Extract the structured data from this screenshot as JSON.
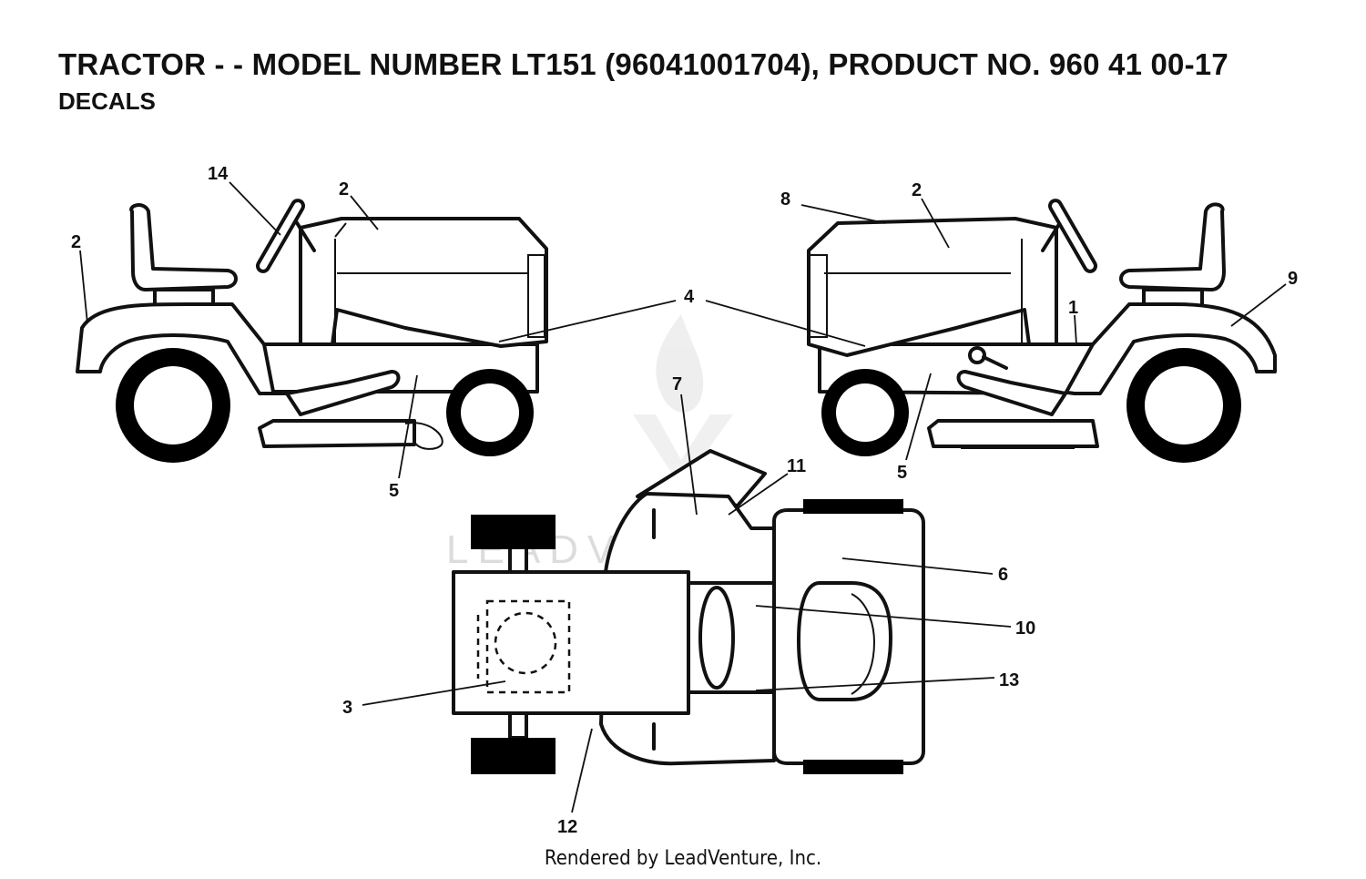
{
  "header": {
    "title": "TRACTOR - - MODEL NUMBER LT151 (96041001704), PRODUCT NO. 960 41 00-17",
    "subtitle": "DECALS"
  },
  "watermark": "LEADVENTURE",
  "footer": "Rendered by LeadVenture, Inc.",
  "callouts": {
    "left_view": [
      "14",
      "2",
      "2",
      "5"
    ],
    "right_view": [
      "8",
      "2",
      "9",
      "1",
      "5"
    ],
    "shared": [
      "4"
    ],
    "top_view": [
      "7",
      "11",
      "6",
      "10",
      "13",
      "3",
      "12"
    ]
  }
}
